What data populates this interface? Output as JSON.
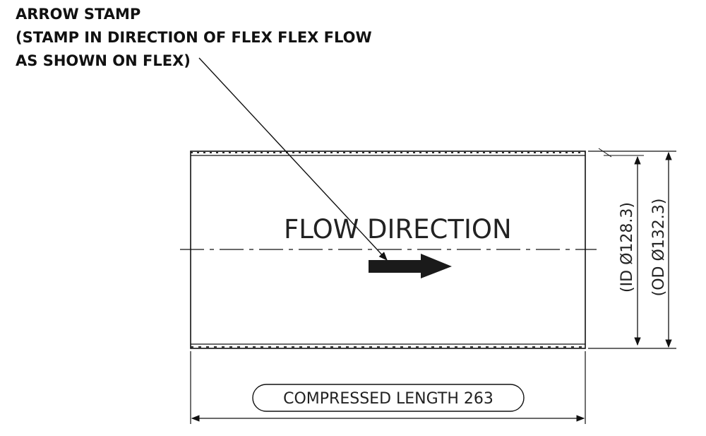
{
  "note": {
    "lines": [
      "ARROW STAMP",
      "(STAMP IN DIRECTION OF FLEX FLEX FLOW",
      "AS SHOWN ON FLEX)"
    ]
  },
  "flow_label": "FLOW DIRECTION",
  "dimensions": {
    "inner_diameter": "(ID Ø128.3)",
    "outer_diameter": "(OD Ø132.3)",
    "length": "COMPRESSED LENGTH 263"
  },
  "colors": {
    "line": "#111111",
    "arrow": "#1a1a1a"
  }
}
